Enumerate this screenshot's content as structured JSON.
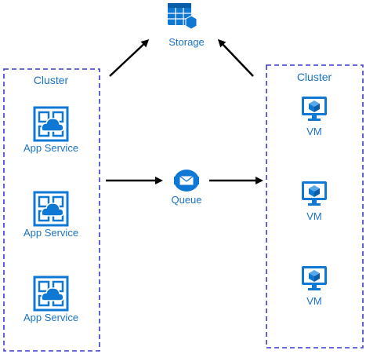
{
  "storage": {
    "label": "Storage",
    "icon": "storage-table-icon"
  },
  "queue": {
    "label": "Queue",
    "icon": "queue-envelope-icon"
  },
  "left_cluster": {
    "title": "Cluster",
    "items": [
      {
        "label": "App Service",
        "icon": "app-service-icon"
      },
      {
        "label": "App Service",
        "icon": "app-service-icon"
      },
      {
        "label": "App Service",
        "icon": "app-service-icon"
      }
    ]
  },
  "right_cluster": {
    "title": "Cluster",
    "items": [
      {
        "label": "VM",
        "icon": "vm-monitor-icon"
      },
      {
        "label": "VM",
        "icon": "vm-monitor-icon"
      },
      {
        "label": "VM",
        "icon": "vm-monitor-icon"
      }
    ]
  },
  "colors": {
    "accent": "#0f78d4",
    "border": "#3a3acc",
    "arrow": "#000000"
  }
}
